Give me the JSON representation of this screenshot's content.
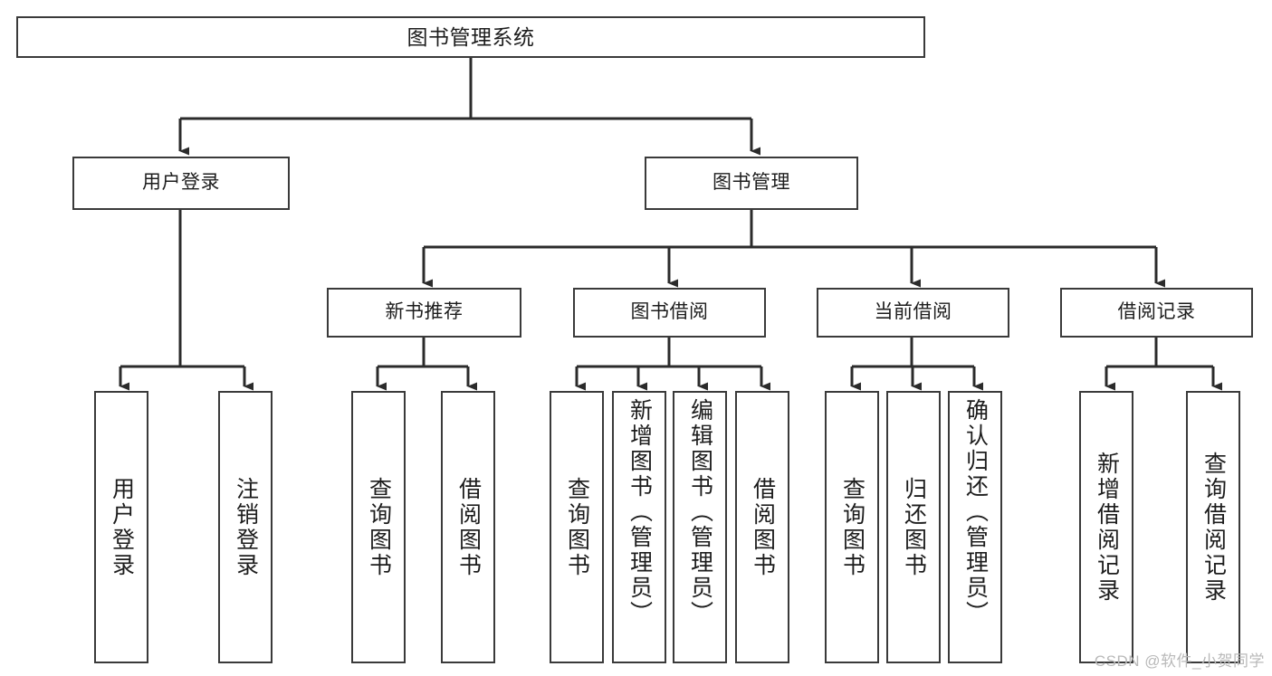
{
  "diagram": {
    "title": "图书管理系统",
    "watermark": "CSDN @软件_小贺同学",
    "accent_color": "#3a3a3a",
    "background_color": "#ffffff",
    "text_color": "#1d1d1d",
    "watermark_color": "#b9b9b9"
  },
  "root": {
    "label": "图书管理系统"
  },
  "level2": [
    {
      "label": "用户登录"
    },
    {
      "label": "图书管理"
    }
  ],
  "level3": [
    {
      "label": "新书推荐"
    },
    {
      "label": "图书借阅"
    },
    {
      "label": "当前借阅"
    },
    {
      "label": "借阅记录"
    }
  ],
  "leaves": [
    {
      "label": "用户登录",
      "parent": "用户登录"
    },
    {
      "label": "注销登录",
      "parent": "用户登录"
    },
    {
      "label": "查询图书",
      "parent": "新书推荐"
    },
    {
      "label": "借阅图书",
      "parent": "新书推荐"
    },
    {
      "label": "查询图书",
      "parent": "图书借阅"
    },
    {
      "label": "新增图书（管理员）",
      "parent": "图书借阅"
    },
    {
      "label": "编辑图书（管理员）",
      "parent": "图书借阅"
    },
    {
      "label": "借阅图书",
      "parent": "图书借阅"
    },
    {
      "label": "查询图书",
      "parent": "当前借阅"
    },
    {
      "label": "归还图书",
      "parent": "当前借阅"
    },
    {
      "label": "确认归还（管理员）",
      "parent": "当前借阅"
    },
    {
      "label": "新增借阅记录",
      "parent": "借阅记录"
    },
    {
      "label": "查询借阅记录",
      "parent": "借阅记录"
    }
  ]
}
